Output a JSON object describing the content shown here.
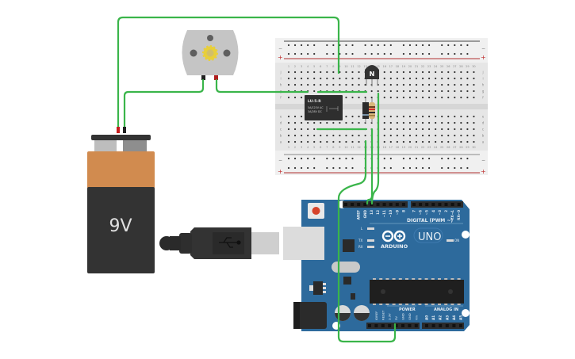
{
  "battery": {
    "label": "9V",
    "body_color": "#333333",
    "cap_color": "#d18b4f"
  },
  "motor": {
    "color": "#c5c5c5",
    "gear_color": "#e8cf3a"
  },
  "relay": {
    "title": "LU-5-R",
    "line1": "5A/125V AC",
    "line2": "3A/28V DC"
  },
  "transistor": {
    "label": "N"
  },
  "breadboard": {
    "top_rows": [
      "j",
      "i",
      "h",
      "g",
      "f"
    ],
    "bottom_rows": [
      "e",
      "d",
      "c",
      "b",
      "a"
    ],
    "columns": 30,
    "plus_label": "+",
    "minus_label": "−"
  },
  "arduino": {
    "brand": "ARDUINO",
    "model": "UNO",
    "digital_label": "DIGITAL (PWM ~)",
    "power_label": "POWER",
    "analog_label": "ANALOG IN",
    "on_label": "ON",
    "l_label": "L",
    "tx_label": "TX",
    "rx_label": "RX",
    "digital_pins": [
      "AREF",
      "GND",
      "13",
      "12",
      "~11",
      "~10",
      "~9",
      "8",
      "7",
      "~6",
      "~5",
      "4",
      "~3",
      "2",
      "TX→1",
      "RX←0"
    ],
    "power_pins": [
      "IOREF",
      "RESET",
      "3.3V",
      "5V",
      "GND",
      "GND",
      "Vin"
    ],
    "analog_pins": [
      "A0",
      "A1",
      "A2",
      "A3",
      "A4",
      "A5"
    ],
    "board_color": "#2d6a9c"
  },
  "wire_color": "#3ab54a"
}
